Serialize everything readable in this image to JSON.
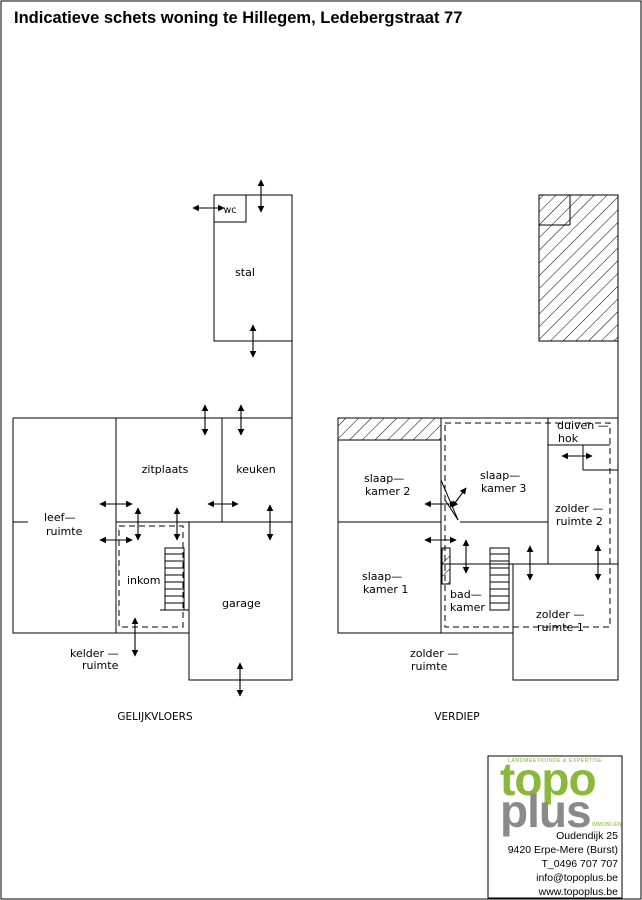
{
  "title": "Indicatieve schets woning te Hillegem, Ledebergstraat 77",
  "ground_floor": {
    "caption": "GELIJKVLOERS",
    "rooms": {
      "wc": "wc",
      "stal": "stal",
      "zitplaats": "zitplaats",
      "keuken": "keuken",
      "leefruimte": [
        "leef—",
        "ruimte"
      ],
      "inkom": "inkom",
      "garage": "garage",
      "kelderruimte": [
        "kelder —",
        "ruimte"
      ]
    }
  },
  "upper_floor": {
    "caption": "VERDIEP",
    "rooms": {
      "slaapkamer2": [
        "slaap—",
        "kamer  2"
      ],
      "slaapkamer3": [
        "slaap—",
        "kamer  3"
      ],
      "duivenhok": [
        "duiven —",
        "hok"
      ],
      "zolderruimte2": [
        "zolder  —",
        "ruimte  2"
      ],
      "slaapkamer1": [
        "slaap—",
        "kamer  1"
      ],
      "badkamer": [
        "bad—",
        "kamer"
      ],
      "zolderruimte1": [
        "zolder  —",
        "ruimte  1"
      ],
      "zolderruimte": [
        "zolder  —",
        "ruimte"
      ]
    }
  },
  "company": {
    "tagline": "LANDMEETKUNDE & EXPERTISE",
    "logo_top": "topo",
    "logo_bottom": "plus",
    "logo_sub": "IMMOBILIËN",
    "address": "Oudendijk 25",
    "city": "9420 Erpe-Mere (Burst)",
    "phone": "T_0496 707 707",
    "email": "info@topoplus.be",
    "website": "www.topoplus.be"
  },
  "colors": {
    "line": "#000000",
    "brand_green": "#8ab83a",
    "brand_gray": "#8a8a8a"
  }
}
